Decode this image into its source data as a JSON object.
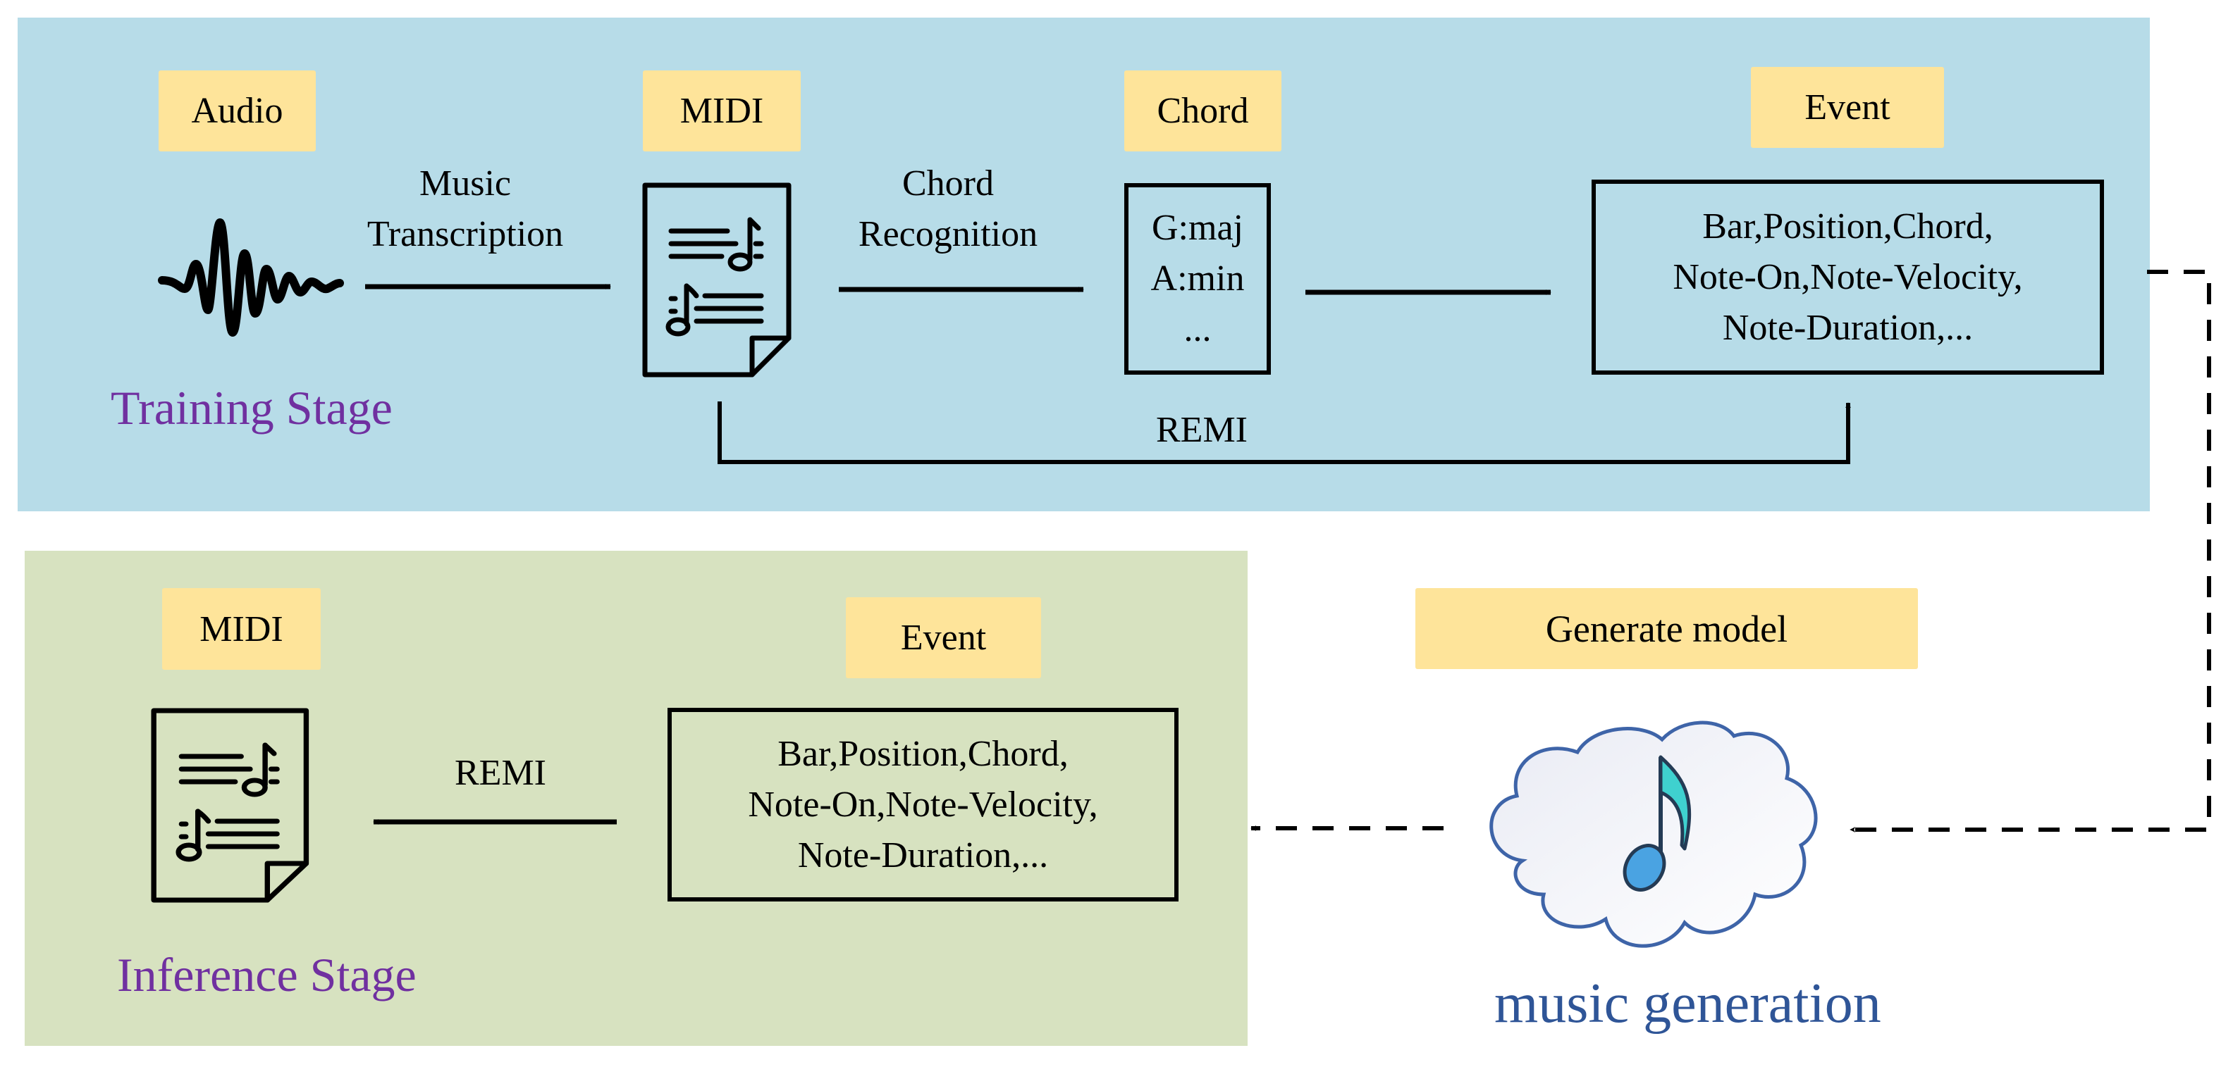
{
  "training": {
    "title": "Training Stage",
    "labels": {
      "audio": "Audio",
      "midi": "MIDI",
      "chord": "Chord",
      "event": "Event"
    },
    "edges": {
      "music_transcription": [
        "Music",
        "Transcription"
      ],
      "chord_recognition": [
        "Chord",
        "Recognition"
      ],
      "remi": "REMI"
    },
    "chord_box": [
      "G:maj",
      "A:min",
      "..."
    ],
    "event_box": [
      "Bar,Position,Chord,",
      "Note-On,Note-Velocity,",
      "Note-Duration,..."
    ]
  },
  "model": {
    "label": "Generate model",
    "caption": "music generation"
  },
  "inference": {
    "title": "Inference Stage",
    "labels": {
      "midi": "MIDI",
      "event": "Event"
    },
    "edges": {
      "remi": "REMI"
    },
    "event_box": [
      "Bar,Position,Chord,",
      "Note-On,Note-Velocity,",
      "Note-Duration,..."
    ]
  },
  "colors": {
    "training_panel": "#b7dce8",
    "inference_panel": "#d7e2c0",
    "label_fill": "#fee49a",
    "stage_title": "#7030a0",
    "generation_caption": "#2f5597"
  }
}
